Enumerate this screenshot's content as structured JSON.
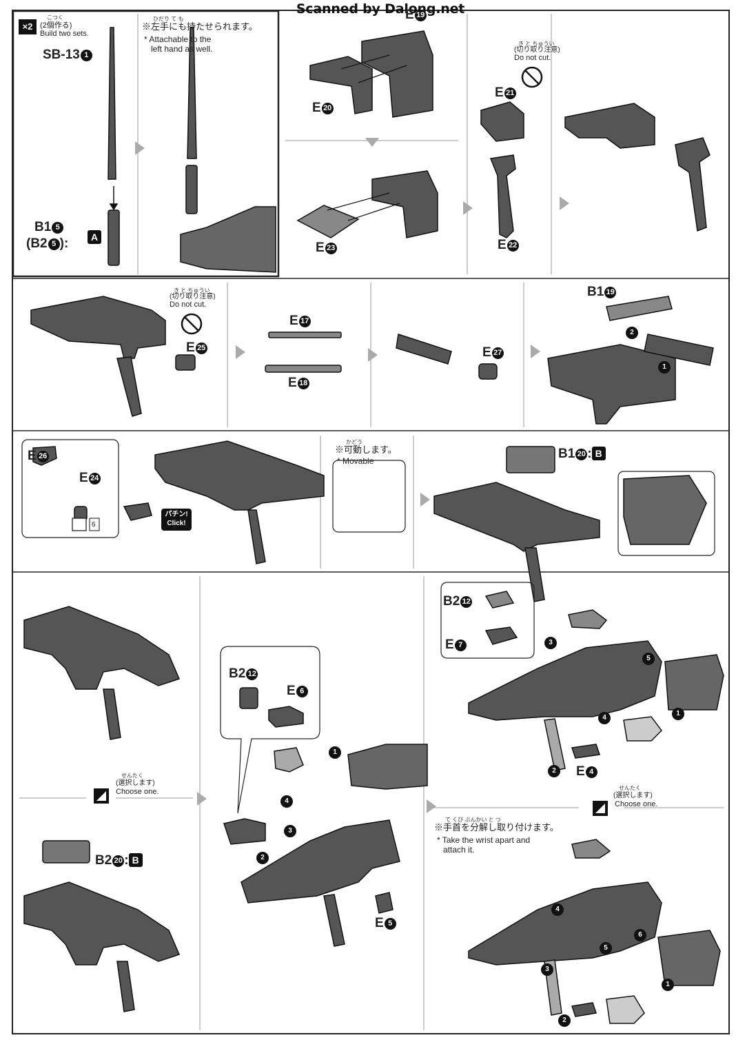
{
  "watermark": "Scanned by Dalong.net",
  "step1": {
    "badge": "×2",
    "build_jp_ruby": "こつく",
    "build_jp": "(2個作る)",
    "build_en": "Build two sets.",
    "part_sb": "SB-13",
    "part_sb_num": "1",
    "part_b1": "B1",
    "part_b1_num": "5",
    "part_b2": "(B2",
    "part_b2_num": "5",
    "part_b2_close": "):",
    "tag_a": "A"
  },
  "step2": {
    "left_ruby": "ひだり て     も",
    "left_jp": "※左手にも持たせられます。",
    "left_en1": "* Attachable to the",
    "left_en2": "left hand as well."
  },
  "step3": {
    "e19": "E",
    "e19_num": "19",
    "e20": "E",
    "e20_num": "20",
    "e23": "E",
    "e23_num": "23"
  },
  "step4": {
    "cut_ruby": "き  と  ちゅうい",
    "cut_jp": "(切り取り注意)",
    "cut_en": "Do not cut.",
    "e21": "E",
    "e21_num": "21",
    "e22": "E",
    "e22_num": "22"
  },
  "step6": {
    "cut_ruby": "き  と  ちゅうい",
    "cut_jp": "(切り取り注意)",
    "cut_en": "Do not cut.",
    "e25": "E",
    "e25_num": "25"
  },
  "step7": {
    "e17": "E",
    "e17_num": "17",
    "e18": "E",
    "e18_num": "18"
  },
  "step8": {
    "e27": "E",
    "e27_num": "27"
  },
  "step9": {
    "b1": "B1",
    "b1_num": "19",
    "o1": "1",
    "o2": "2"
  },
  "step10": {
    "e26": "E",
    "e26_num": "26",
    "e24": "E",
    "e24_num": "24",
    "ref_num": "6",
    "click_jp": "パチン!",
    "click_en": "Click!",
    "move_ruby": "かどう",
    "move_jp": "※可動します。",
    "move_en": "* Movable"
  },
  "step11": {
    "b1": "B1",
    "b1_num": "20",
    "colon": ":",
    "tag": "B"
  },
  "step12": {
    "choose_ruby": "せんたく",
    "choose_jp": "(選択します)",
    "choose_en": "Choose one.",
    "b2": "B2",
    "b2_num": "20",
    "colon": ":",
    "tag": "B"
  },
  "step13": {
    "b2": "B2",
    "b2_num": "12",
    "e6": "E",
    "e6_num": "6",
    "e5": "E",
    "e5_num": "5",
    "o1": "1",
    "o2": "2",
    "o3": "3",
    "o4": "4"
  },
  "step14": {
    "b2": "B2",
    "b2_num": "12",
    "e7": "E",
    "e7_num": "7",
    "e4": "E",
    "e4_num": "4",
    "o1": "1",
    "o2": "2",
    "o3": "3",
    "o4": "4",
    "o5": "5",
    "choose_ruby": "せんたく",
    "choose_jp": "(選択します)",
    "choose_en": "Choose one."
  },
  "step15": {
    "wrist_ruby": "て  くび  ぶんかい    と  つ",
    "wrist_jp": "※手首を分解し取り付けます。",
    "wrist_en1": "* Take the wrist apart and",
    "wrist_en2": "attach it.",
    "o1": "1",
    "o2": "2",
    "o3": "3",
    "o4": "4",
    "o5": "5",
    "o6": "6"
  }
}
